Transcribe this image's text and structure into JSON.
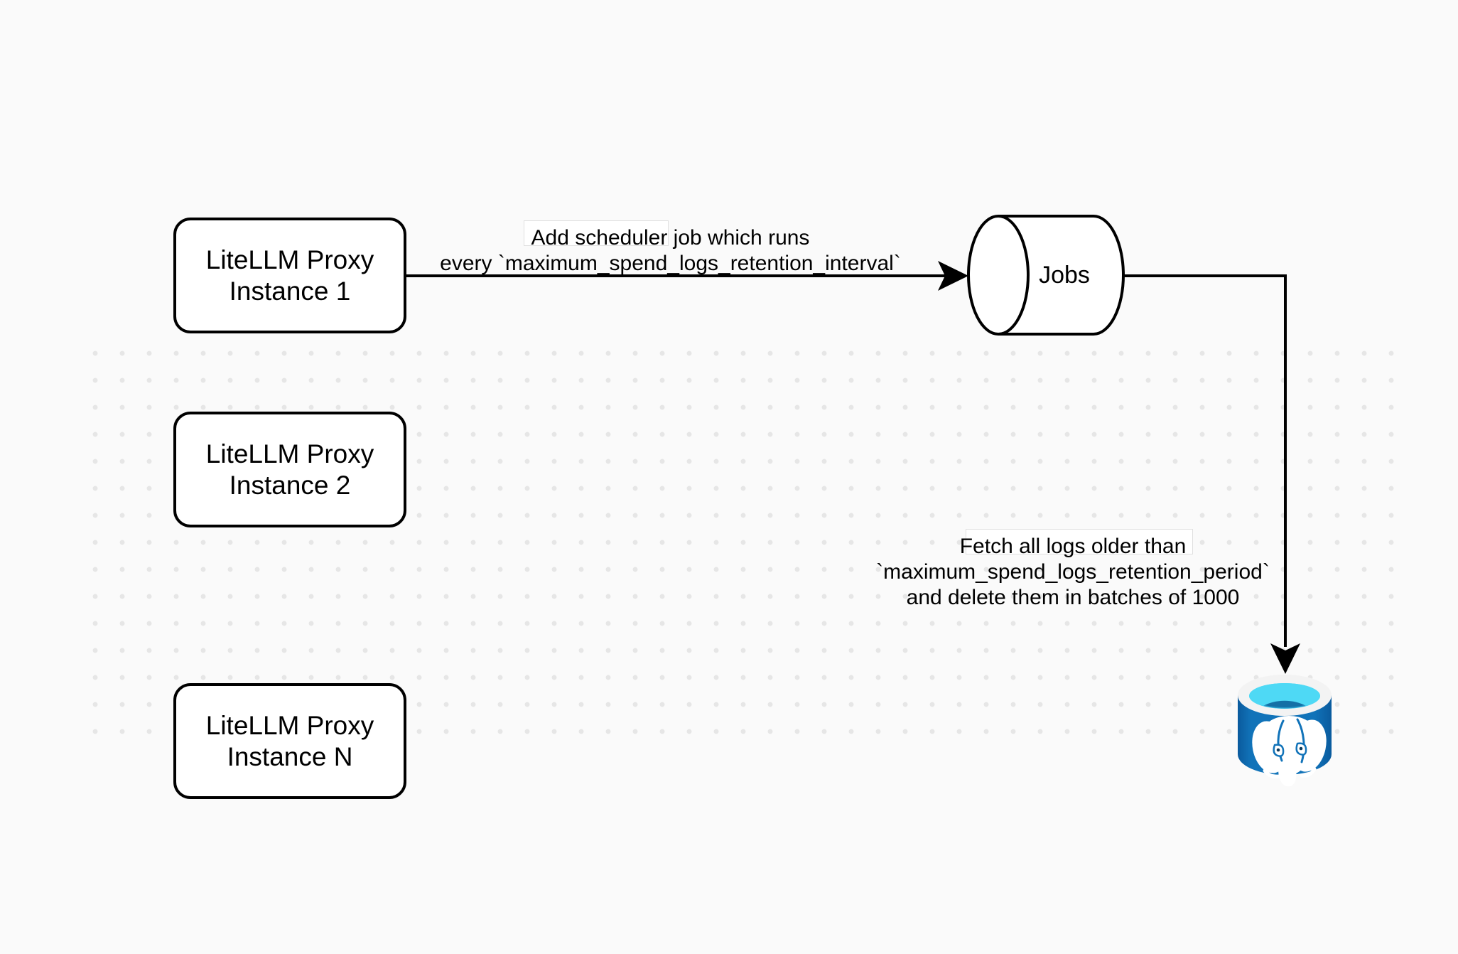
{
  "diagram": {
    "colors": {
      "background": "#fafafa",
      "dot_grid": "#e6e6e6",
      "shape_stroke": "#000000",
      "shape_fill": "#ffffff",
      "postgres_body_blue": "#1173b9",
      "postgres_top_cyan": "#4ed9f5",
      "postgres_top_inner_blue": "#1470a6"
    },
    "nodes": {
      "instance1": {
        "line1": "LiteLLM Proxy",
        "line2": "Instance 1"
      },
      "instance2": {
        "line1": "LiteLLM Proxy",
        "line2": "Instance 2"
      },
      "instanceN": {
        "line1": "LiteLLM Proxy",
        "line2": "Instance N"
      },
      "jobs": {
        "label": "Jobs"
      },
      "database": {
        "icon": "postgresql-database-icon"
      }
    },
    "edges": {
      "scheduler": {
        "line1": "Add scheduler job which runs",
        "line2": "every `maximum_spend_logs_retention_interval`"
      },
      "fetch_delete": {
        "line1": "Fetch all logs older than",
        "line2": "`maximum_spend_logs_retention_period`",
        "line3": "and delete them in batches of 1000"
      }
    }
  }
}
